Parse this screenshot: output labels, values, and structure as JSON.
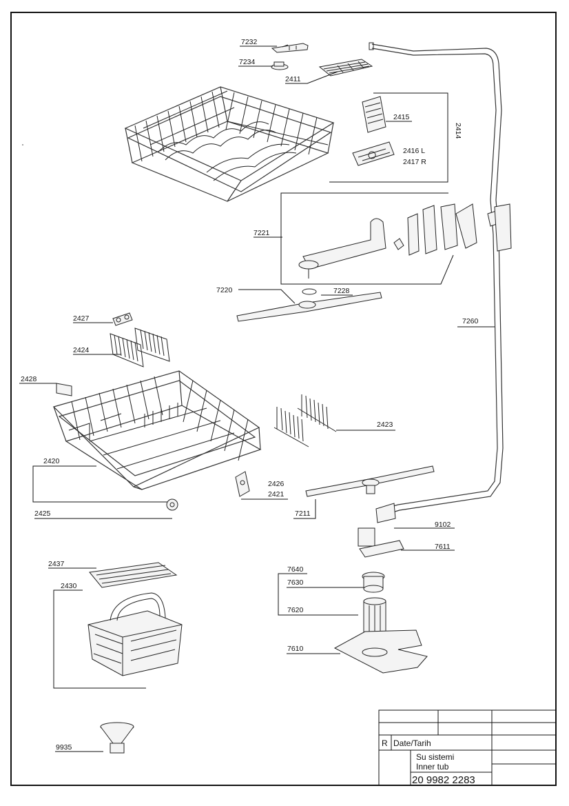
{
  "parts": [
    {
      "id": "7232",
      "text": "7232"
    },
    {
      "id": "7234",
      "text": "7234"
    },
    {
      "id": "2411",
      "text": "2411"
    },
    {
      "id": "2415",
      "text": "2415"
    },
    {
      "id": "2414",
      "text": "2414"
    },
    {
      "id": "2416",
      "text": "2416 L"
    },
    {
      "id": "2417",
      "text": "2417 R"
    },
    {
      "id": "7221",
      "text": "7221"
    },
    {
      "id": "7220",
      "text": "7220"
    },
    {
      "id": "7228",
      "text": "7228"
    },
    {
      "id": "7260",
      "text": "7260"
    },
    {
      "id": "2427",
      "text": "2427"
    },
    {
      "id": "2424",
      "text": "2424"
    },
    {
      "id": "2428",
      "text": "2428"
    },
    {
      "id": "2423",
      "text": "2423"
    },
    {
      "id": "2420",
      "text": "2420"
    },
    {
      "id": "2425",
      "text": "2425"
    },
    {
      "id": "2426",
      "text": "2426"
    },
    {
      "id": "2421",
      "text": "2421"
    },
    {
      "id": "7211",
      "text": "7211"
    },
    {
      "id": "9102",
      "text": "9102"
    },
    {
      "id": "7611",
      "text": "7611"
    },
    {
      "id": "2437",
      "text": "2437"
    },
    {
      "id": "2430",
      "text": "2430"
    },
    {
      "id": "7640",
      "text": "7640"
    },
    {
      "id": "7630",
      "text": "7630"
    },
    {
      "id": "7620",
      "text": "7620"
    },
    {
      "id": "7610",
      "text": "7610"
    },
    {
      "id": "9935",
      "text": "9935"
    }
  ],
  "title_block": {
    "rev_label": "R",
    "date_label": "Date/Tarih",
    "title_tr": "Su sistemi",
    "title_en": "Inner tub",
    "drawing_number": "20 9982 2283"
  }
}
